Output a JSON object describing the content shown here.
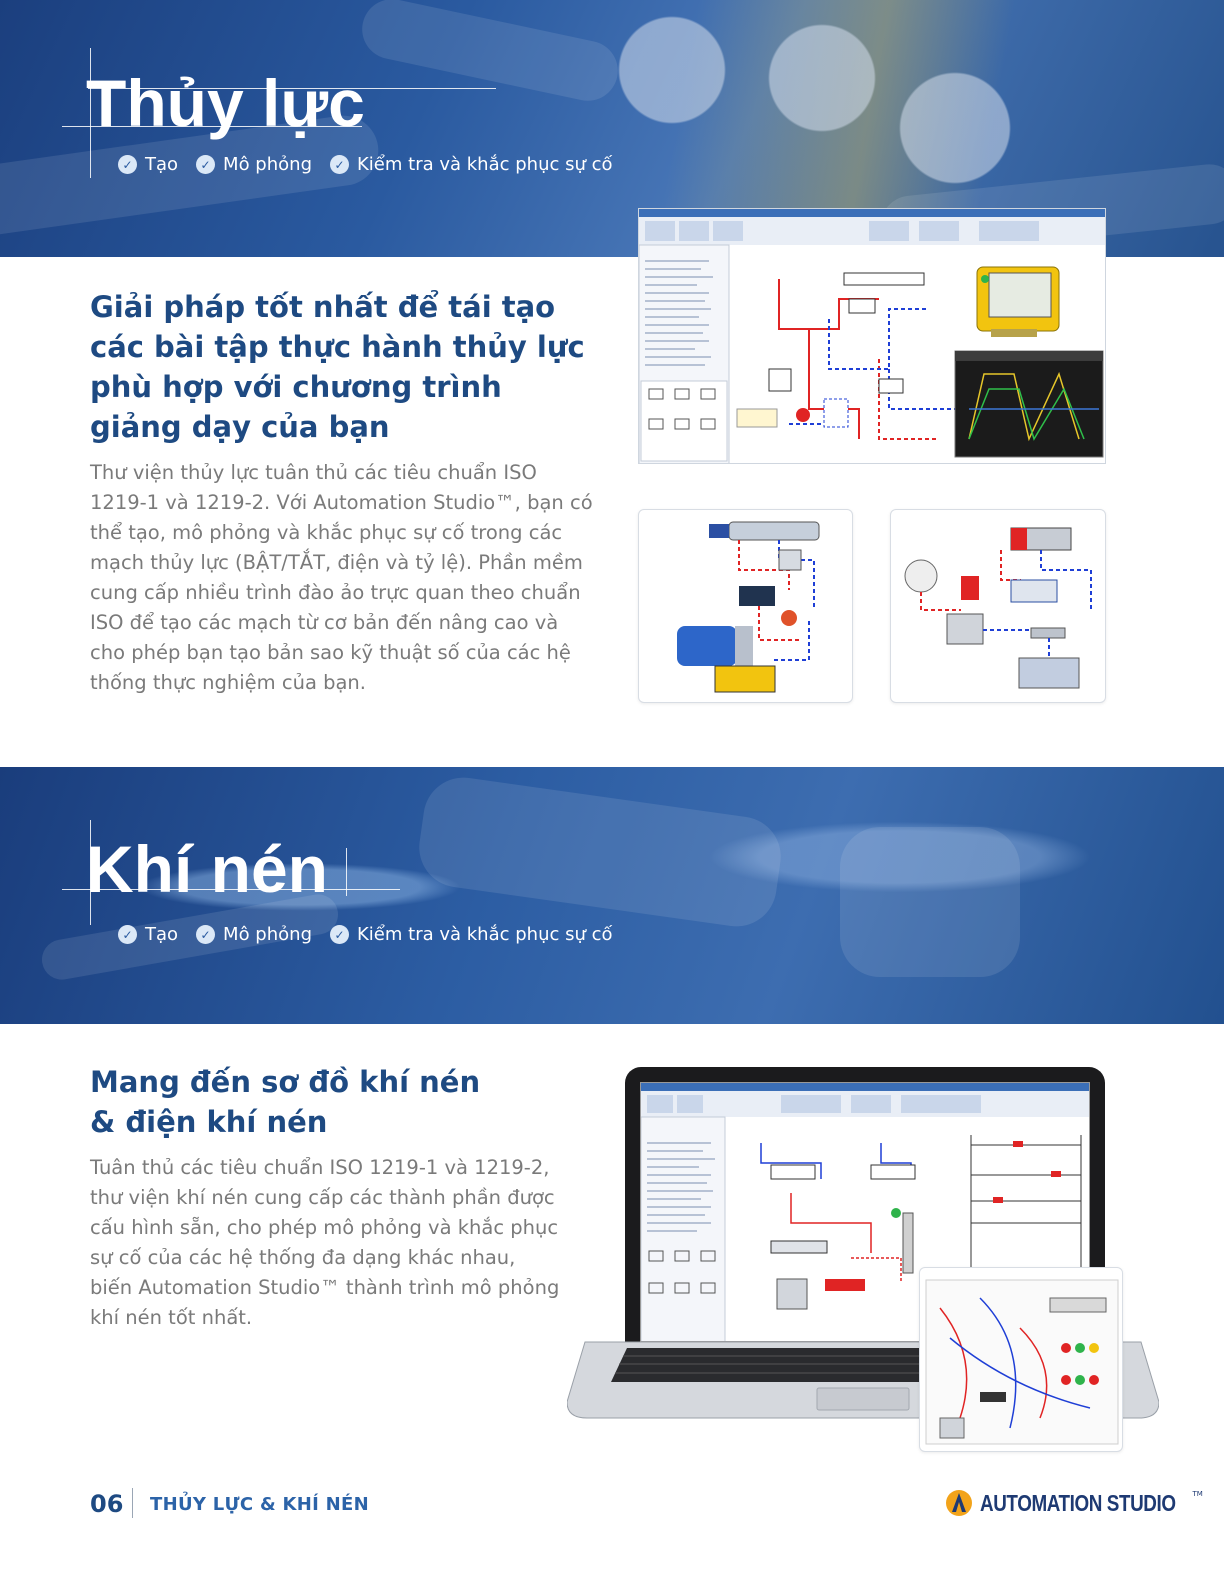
{
  "hydraulics": {
    "title": "Thủy lực",
    "tags": [
      "Tạo",
      "Mô phỏng",
      "Kiểm tra và khắc phục sự cố"
    ],
    "heading": "Giải pháp tốt nhất để tái tạo các bài tập thực hành thủy lực phù hợp với chương trình giảng dạy của bạn",
    "body": "Thư viện thủy lực tuân thủ các tiêu chuẩn ISO 1219-1 và 1219-2. Với Automation Studio™, bạn có thể tạo, mô phỏng và khắc phục sự cố trong các mạch thủy lực (BẬT/TẮT, điện và tỷ lệ). Phần mềm cung cấp nhiều trình đào ảo trực quan theo chuẩn ISO để tạo các mạch từ cơ bản đến nâng cao và cho phép bạn tạo bản sao kỹ thuật số của các hệ thống thực nghiệm của bạn."
  },
  "pneumatics": {
    "title": "Khí nén",
    "tags": [
      "Tạo",
      "Mô phỏng",
      "Kiểm tra và khắc phục sự cố"
    ],
    "heading": "Mang đến sơ đồ khí nén & điện khí nén",
    "body": "Tuân thủ các tiêu chuẩn ISO 1219-1 và 1219-2, thư viện khí nén cung cấp các thành phần được cấu hình sẵn, cho phép mô phỏng và khắc phục sự cố của các hệ thống đa dạng khác nhau, biến Automation Studio™  thành trình mô phỏng khí nén tốt nhất."
  },
  "footer": {
    "page_number": "06",
    "section_label": "THỦY LỰC & KHÍ NÉN",
    "brand": "AUTOMATION STUDIO",
    "brand_tm": "TM"
  },
  "colors": {
    "heading": "#1e4a82",
    "body": "#7a7a7a",
    "hero_blue": "#2a5aa0",
    "flow_red": "#e02424",
    "flow_blue": "#1f3fd6"
  },
  "icons": {
    "tag_bullet": "check-circle-icon",
    "brand_logo": "automation-studio-logo"
  }
}
